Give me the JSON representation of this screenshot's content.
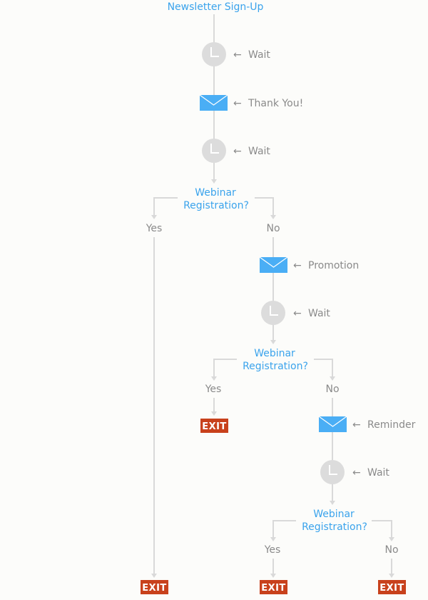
{
  "title": "Newsletter Sign-Up",
  "wait_label": "Wait",
  "arrow": "←",
  "emails": {
    "thank_you": "Thank You!",
    "promotion": "Promotion",
    "reminder": "Reminder"
  },
  "question": {
    "line1": "Webinar",
    "line2": "Registration?"
  },
  "answers": {
    "yes": "Yes",
    "no": "No"
  },
  "exit_label": "EXIT",
  "colors": {
    "accent": "#3aa3ec",
    "envelope": "#4aaef5",
    "exit": "#c8411c",
    "connector": "#d9d9d9",
    "muted_text": "#8a8a8a"
  },
  "icons": [
    "clock-icon",
    "envelope-icon",
    "arrow-left-icon",
    "arrow-down-icon"
  ]
}
